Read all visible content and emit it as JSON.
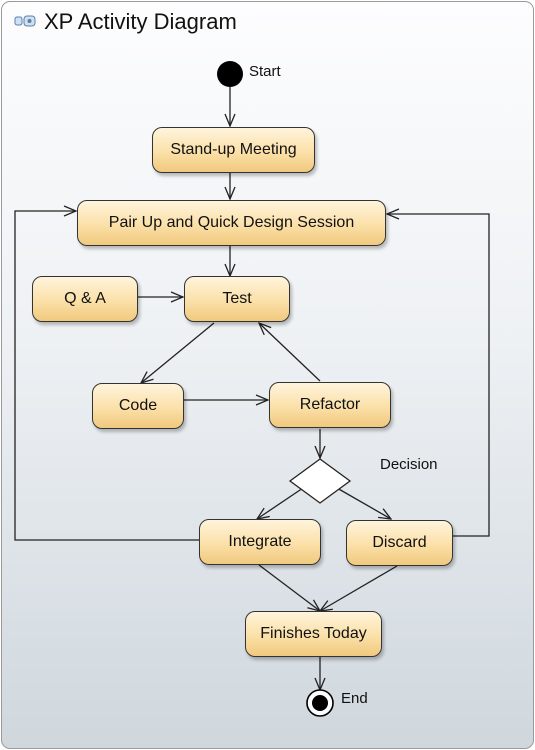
{
  "title": "XP Activity Diagram",
  "labels": {
    "start": "Start",
    "end": "End",
    "decision": "Decision"
  },
  "nodes": {
    "standup": "Stand-up Meeting",
    "pairup": "Pair Up and Quick Design Session",
    "qa": "Q & A",
    "test": "Test",
    "code": "Code",
    "refactor": "Refactor",
    "integrate": "Integrate",
    "discard": "Discard",
    "finishes": "Finishes Today"
  }
}
